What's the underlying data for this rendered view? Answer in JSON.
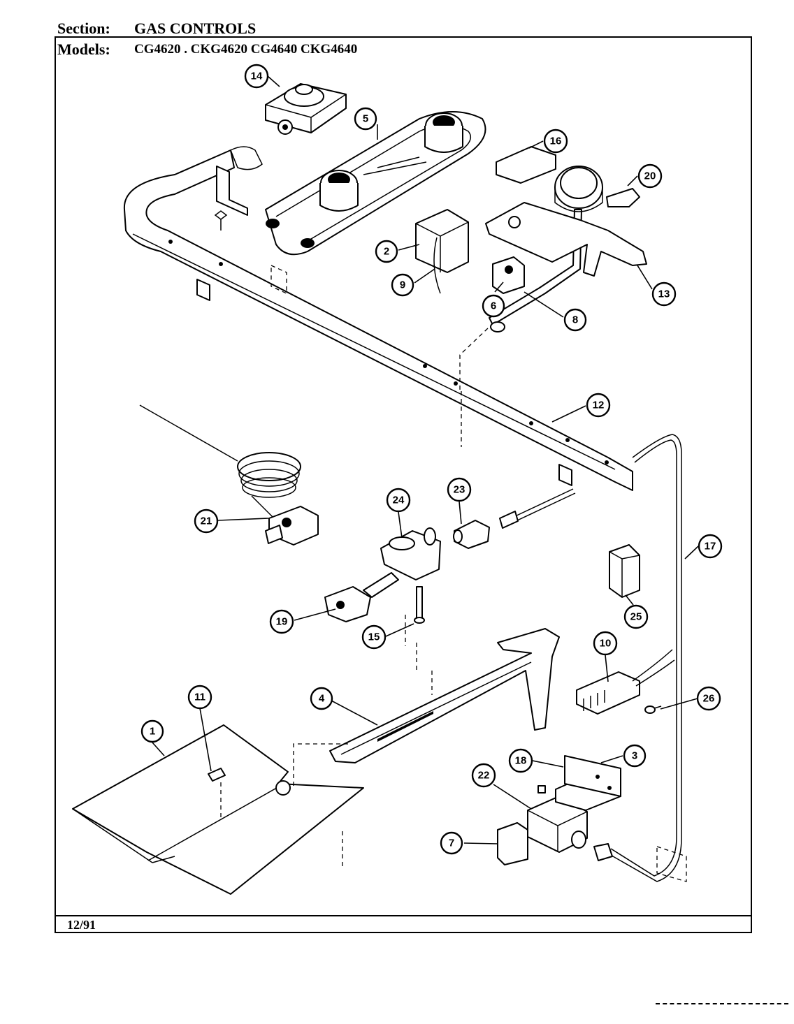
{
  "header": {
    "section_label": "Section:",
    "section_value": "GAS CONTROLS",
    "models_label": "Models:",
    "models_value": "CG4620 . CKG4620  CG4640  CKG4640"
  },
  "footer": {
    "date": "12/91"
  },
  "callouts": {
    "c1": "1",
    "c2": "2",
    "c3": "3",
    "c4": "4",
    "c5": "5",
    "c6": "6",
    "c7": "7",
    "c8": "8",
    "c9": "9",
    "c10": "10",
    "c11": "11",
    "c12": "12",
    "c13": "13",
    "c14": "14",
    "c15": "15",
    "c16": "16",
    "c17": "17",
    "c18": "18",
    "c19": "19",
    "c20": "20",
    "c21": "21",
    "c22": "22",
    "c23": "23",
    "c24": "24",
    "c25": "25",
    "c26": "26"
  }
}
